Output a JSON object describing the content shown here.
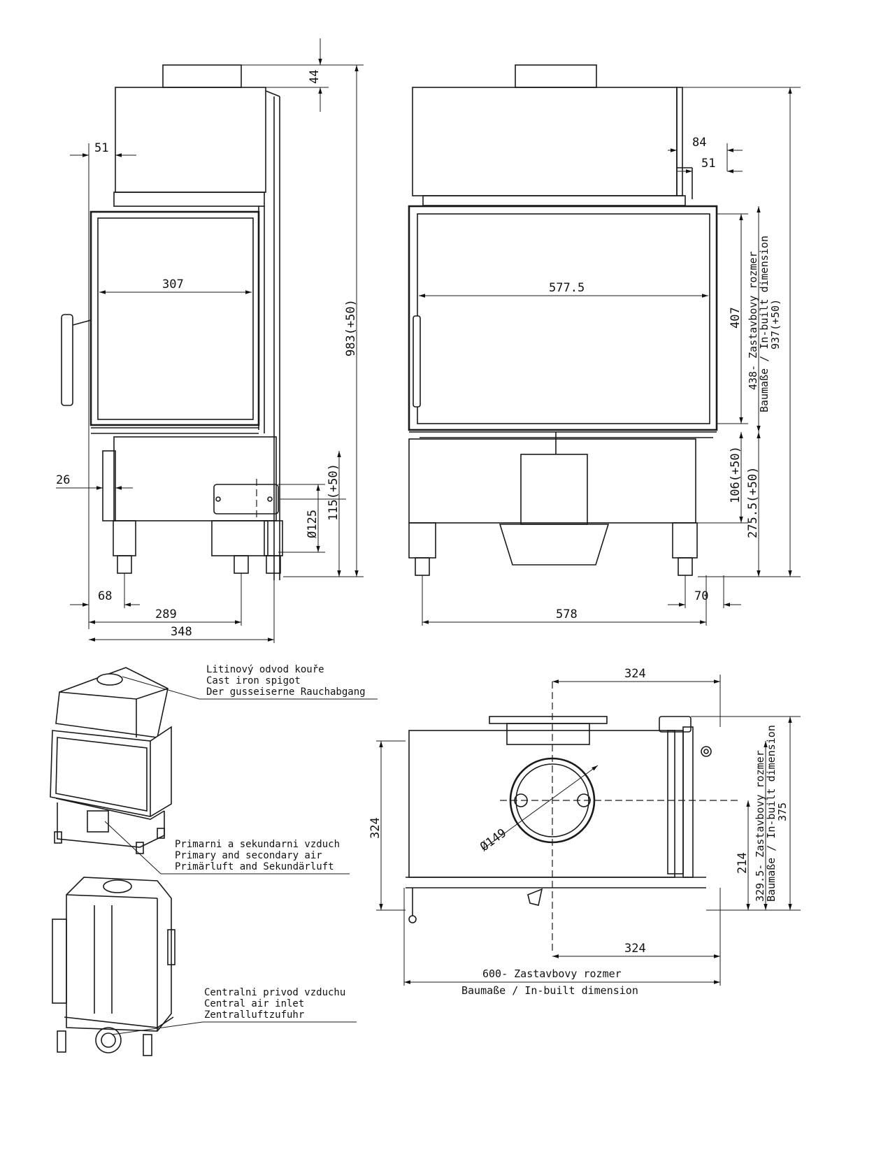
{
  "dimensions": {
    "side": {
      "top_offset": "44",
      "overall_height": "983(+50)",
      "wall_offset": "51",
      "glass_width": "307",
      "foot_offset_26": "26",
      "inlet_diameter": "Ø125",
      "inlet_height": "115(+50)",
      "foot_68": "68",
      "width_289": "289",
      "depth_348": "348"
    },
    "front": {
      "offset_84": "84",
      "offset_51": "51",
      "glass_width": "577.5",
      "glass_height": "407",
      "inbuilt_height_line1": "438- Zastavbovy rozmer",
      "inbuilt_height_line2": "Baumaße / In-built dimension",
      "inbuilt_height_line3": "937(+50)",
      "base_106": "106(+50)",
      "base_275": "275.5(+50)",
      "foot_70": "70",
      "width_578": "578"
    },
    "top": {
      "top_324": "324",
      "left_324": "324",
      "flue_diameter": "Ø149",
      "depth_214": "214",
      "inbuilt_side_line1": "329.5- Zastavbovy rozmer",
      "inbuilt_side_line2": "Baumaße / In-built dimension",
      "inbuilt_side_line3": "375",
      "bottom_324": "324",
      "inbuilt_width_line1": "600- Zastavbovy rozmer",
      "inbuilt_width_line2": "Baumaße / In-built dimension"
    }
  },
  "notes": {
    "spigot": [
      "Litinový odvod kouře",
      "Cast iron spigot",
      "Der gusseiserne Rauchabgang"
    ],
    "air": [
      "Primarni a sekundarni vzduch",
      "Primary and secondary air",
      "Primärluft and Sekundärluft"
    ],
    "central": [
      "Centralni privod vzduchu",
      "Central air inlet",
      "Zentralluftzufuhr"
    ]
  }
}
